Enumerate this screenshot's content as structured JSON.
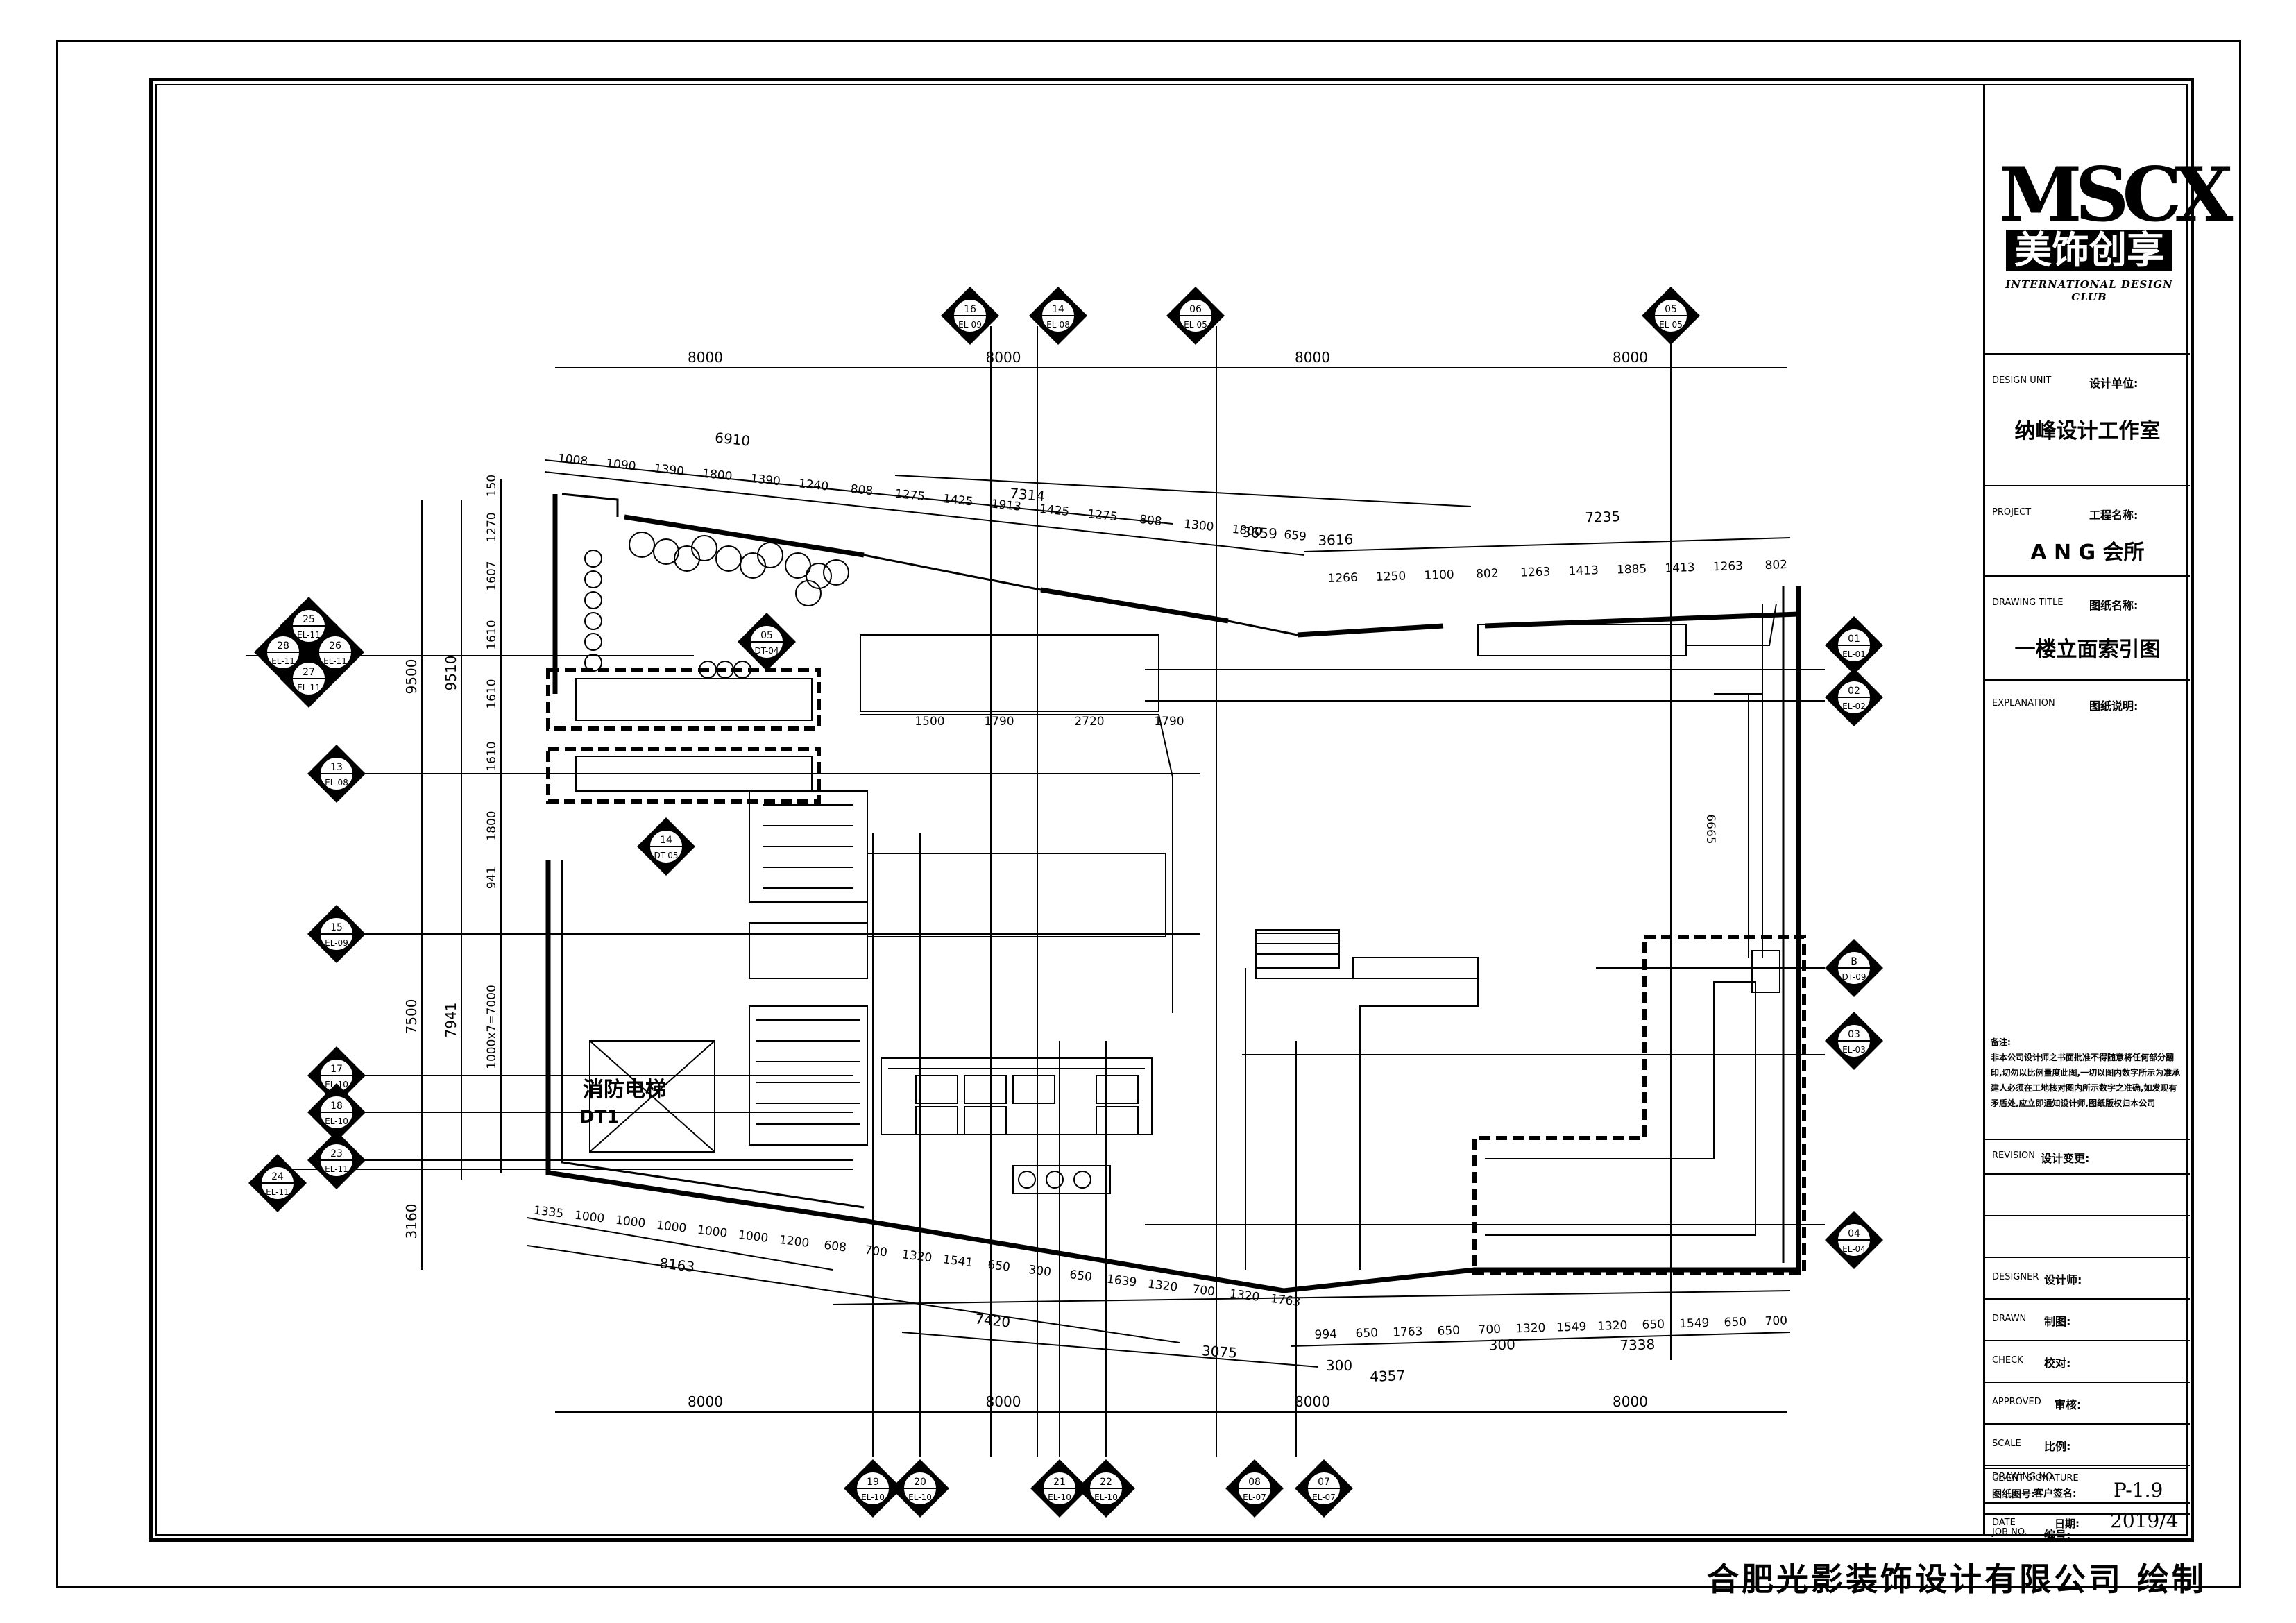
{
  "titleblock": {
    "logo_main": "MSCX",
    "logo_cn": "美饰创享",
    "logo_sub": "INTERNATIONAL DESIGN CLUB",
    "design_unit_en": "DESIGN UNIT",
    "design_unit_cn": "设计单位:",
    "design_unit_value": "纳峰设计工作室",
    "project_en": "PROJECT",
    "project_cn": "工程名称:",
    "project_value": "A N G 会所",
    "drawing_title_en": "DRAWING TITLE",
    "drawing_title_cn": "图纸名称:",
    "drawing_title_value": "一楼立面索引图",
    "explanation_en": "EXPLANATION",
    "explanation_cn": "图纸说明:",
    "note_title": "备注:",
    "note_text": "非本公司设计师之书面批准不得随意将任何部分翻印,切勿以比例量度此图,一切以图内数字所示为准承建人必须在工地核对图内所示数字之准确,如发现有矛盾处,应立即通知设计师,图纸版权归本公司",
    "revision_en": "REVISION",
    "revision_cn": "设计变更:",
    "designer_en": "DESIGNER",
    "designer_cn": "设计师:",
    "drawn_en": "DRAWN",
    "drawn_cn": "制图:",
    "check_en": "CHECK",
    "check_cn": "校对:",
    "approved_en": "APPROVED",
    "approved_cn": "审核:",
    "scale_en": "SCALE",
    "scale_cn": "比例:",
    "drawing_no_en": "DRAWING NO.",
    "drawing_no_cn": "图纸图号:",
    "drawing_no_value": "P-1.9",
    "job_no_en": "JOB NO.",
    "job_no_cn": "编号:",
    "client_en": "CLIENT SIGNATURE",
    "client_cn": "客户签名:",
    "date_en": "DATE",
    "date_cn": "日期:",
    "date_value": "2019/4"
  },
  "footer": "合肥光影装饰设计有限公司 绘制",
  "plan": {
    "top_axis_dims": [
      "8000",
      "8000",
      "8000",
      "8000"
    ],
    "bottom_axis_dims": [
      "8000",
      "8000",
      "8000",
      "8000"
    ],
    "top_row1": [
      "6910",
      "7314",
      "3659",
      "3616",
      "7235"
    ],
    "top_row2": [
      "1008",
      "1090",
      "1390",
      "1800",
      "1390",
      "1240",
      "808",
      "1275",
      "1425",
      "1913",
      "1425",
      "1275",
      "808",
      "1300",
      "1800",
      "659",
      "1266",
      "1250",
      "1100",
      "802",
      "1263",
      "1413",
      "1885",
      "1413",
      "1263",
      "802"
    ],
    "left_dims_outer": [
      "9500",
      "7500",
      "3160"
    ],
    "left_dims_mid": [
      "9510",
      "7941"
    ],
    "left_dims_inner": [
      "150",
      "1270",
      "1607",
      "1610",
      "1610",
      "1610",
      "1800",
      "941",
      "1000x7=7000"
    ],
    "bottom_row1": [
      "1335",
      "1000",
      "1000",
      "1000",
      "1000",
      "1000",
      "1200",
      "608",
      "700",
      "1320",
      "1541",
      "650",
      "300",
      "650",
      "1639",
      "1320",
      "700",
      "1320",
      "1763",
      "994",
      "650",
      "1763",
      "650",
      "700",
      "1320",
      "1549",
      "1320",
      "650",
      "1549",
      "650",
      "700"
    ],
    "bottom_row2": [
      "8163",
      "7420",
      "3075",
      "300",
      "4357",
      "300",
      "7338"
    ],
    "inner_dims": [
      "1500",
      "1790",
      "2720",
      "1790"
    ],
    "right_dim": "6665",
    "room_label": "消防电梯",
    "room_code": "DT1",
    "top_tags": [
      {
        "num": "16",
        "ref": "EL-09"
      },
      {
        "num": "14",
        "ref": "EL-08"
      },
      {
        "num": "06",
        "ref": "EL-05"
      },
      {
        "num": "05",
        "ref": "EL-05"
      }
    ],
    "bottom_tags": [
      {
        "num": "19",
        "ref": "EL-10"
      },
      {
        "num": "20",
        "ref": "EL-10"
      },
      {
        "num": "21",
        "ref": "EL-10"
      },
      {
        "num": "22",
        "ref": "EL-10"
      },
      {
        "num": "08",
        "ref": "EL-07"
      },
      {
        "num": "07",
        "ref": "EL-07"
      }
    ],
    "left_tags": [
      {
        "num": "13",
        "ref": "EL-08"
      },
      {
        "num": "15",
        "ref": "EL-09"
      },
      {
        "num": "17",
        "ref": "EL-10"
      },
      {
        "num": "18",
        "ref": "EL-10"
      },
      {
        "num": "23",
        "ref": "EL-11"
      },
      {
        "num": "24",
        "ref": "EL-11"
      }
    ],
    "cluster_tags": [
      {
        "num": "25",
        "ref": "EL-11"
      },
      {
        "num": "28",
        "ref": "EL-11"
      },
      {
        "num": "26",
        "ref": "EL-11"
      },
      {
        "num": "27",
        "ref": "EL-11"
      }
    ],
    "right_tags": [
      {
        "num": "01",
        "ref": "EL-01"
      },
      {
        "num": "02",
        "ref": "EL-02"
      },
      {
        "num": "B",
        "ref": "DT-09"
      },
      {
        "num": "03",
        "ref": "EL-03"
      },
      {
        "num": "04",
        "ref": "EL-04"
      }
    ],
    "inner_tags": [
      {
        "num": "05",
        "ref": "DT-04"
      },
      {
        "num": "14",
        "ref": "DT-05"
      }
    ]
  }
}
